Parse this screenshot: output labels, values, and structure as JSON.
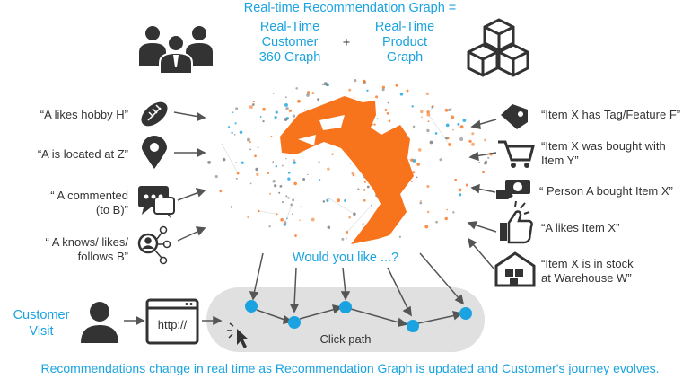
{
  "header": {
    "title": "Real-time Recommendation Graph =",
    "customer_graph": [
      "Real-Time",
      "Customer",
      "360 Graph"
    ],
    "plus": "+",
    "product_graph": [
      "Real-Time",
      "Product",
      "Graph"
    ]
  },
  "left_facts": [
    {
      "icon": "football-icon",
      "text": [
        "“A likes hobby H”"
      ]
    },
    {
      "icon": "location-pin-icon",
      "text": [
        "“A is located at Z”"
      ]
    },
    {
      "icon": "chat-bubbles-icon",
      "text": [
        "“ A commented",
        "(to B)”"
      ]
    },
    {
      "icon": "social-network-icon",
      "text": [
        "“ A knows/ likes/",
        "follows B”"
      ]
    }
  ],
  "right_facts": [
    {
      "icon": "tag-icon",
      "text": [
        "“Item X has Tag/Feature F”"
      ]
    },
    {
      "icon": "shopping-cart-icon",
      "text": [
        "“Item X was bought with",
        "Item Y”"
      ]
    },
    {
      "icon": "payment-icon",
      "text": [
        "“ Person A bought Item X”"
      ]
    },
    {
      "icon": "thumbs-up-icon",
      "text": [
        "“A likes Item X”"
      ]
    },
    {
      "icon": "warehouse-icon",
      "text": [
        "“Item X is in stock",
        "at Warehouse W”"
      ]
    }
  ],
  "would_you_like": "Would you like ...?",
  "customer_visit": [
    "Customer",
    "Visit"
  ],
  "browser_text": "http://",
  "click_path": "Click path",
  "footer": "Recommendations change in real time as Recommendation Graph is updated and Customer's journey evolves.",
  "colors": {
    "accent_blue": "#1aa3e0",
    "tiger_orange": "#f7731c",
    "path_bg": "#e0e0e0",
    "icon_dark": "#333333"
  }
}
